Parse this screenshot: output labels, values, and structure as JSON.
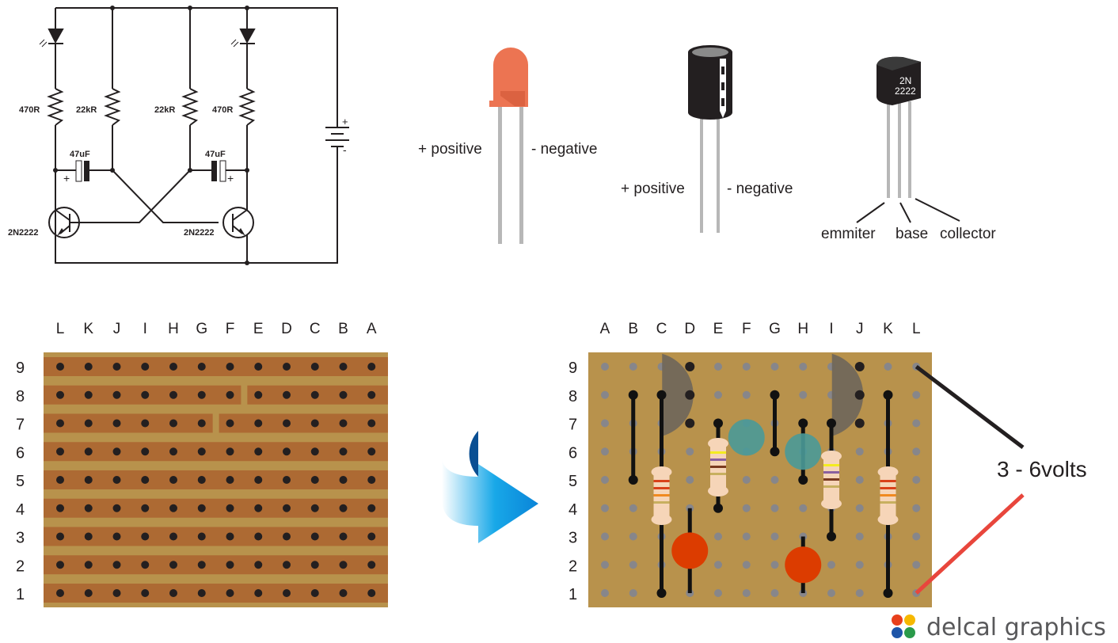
{
  "schematic": {
    "resistor_left_outer": "470R",
    "resistor_left_inner": "22kR",
    "resistor_right_inner": "22kR",
    "resistor_right_outer": "470R",
    "capacitor_left": "47uF",
    "capacitor_right": "47uF",
    "cap_plus": "+",
    "transistor_left": "2N2222",
    "transistor_right": "2N2222",
    "battery_plus": "+",
    "battery_minus": "-"
  },
  "led_part": {
    "positive_label": "+ positive",
    "negative_label": "- negative",
    "color": "#ec7452"
  },
  "capacitor_part": {
    "positive_label": "+ positive",
    "negative_label": "- negative"
  },
  "transistor_part": {
    "marking_line1": "2N",
    "marking_line2": "2222",
    "emitter_label": "emmiter",
    "base_label": "base",
    "collector_label": "collector"
  },
  "board_back": {
    "columns": [
      "L",
      "K",
      "J",
      "I",
      "H",
      "G",
      "F",
      "E",
      "D",
      "C",
      "B",
      "A"
    ],
    "rows": [
      "9",
      "8",
      "7",
      "6",
      "5",
      "4",
      "3",
      "2",
      "1"
    ],
    "track_cuts": [
      {
        "row": "8",
        "between": [
          "F",
          "E"
        ]
      },
      {
        "row": "7",
        "between": [
          "G",
          "F"
        ]
      }
    ]
  },
  "board_front": {
    "columns": [
      "A",
      "B",
      "C",
      "D",
      "E",
      "F",
      "G",
      "H",
      "I",
      "J",
      "K",
      "L"
    ],
    "rows": [
      "9",
      "8",
      "7",
      "6",
      "5",
      "4",
      "3",
      "2",
      "1"
    ],
    "supply_label": "3 - 6volts",
    "wire_black_color": "#231f20",
    "wire_red_color": "#e8463c"
  },
  "brand": {
    "name": "delcal graphics",
    "logo_colors": [
      "#e8401c",
      "#f6b800",
      "#1e55a8",
      "#2a9a4a"
    ]
  },
  "colors": {
    "board": "#b8924c",
    "track": "#ad6a33",
    "hole_dark": "#231f20",
    "hole_grey": "#87868a",
    "ceramic_cap": "#4a9a98",
    "led_red": "#dc3c00",
    "transistor_body": "#6f675a",
    "resistor_body": "#f6d5b8"
  }
}
